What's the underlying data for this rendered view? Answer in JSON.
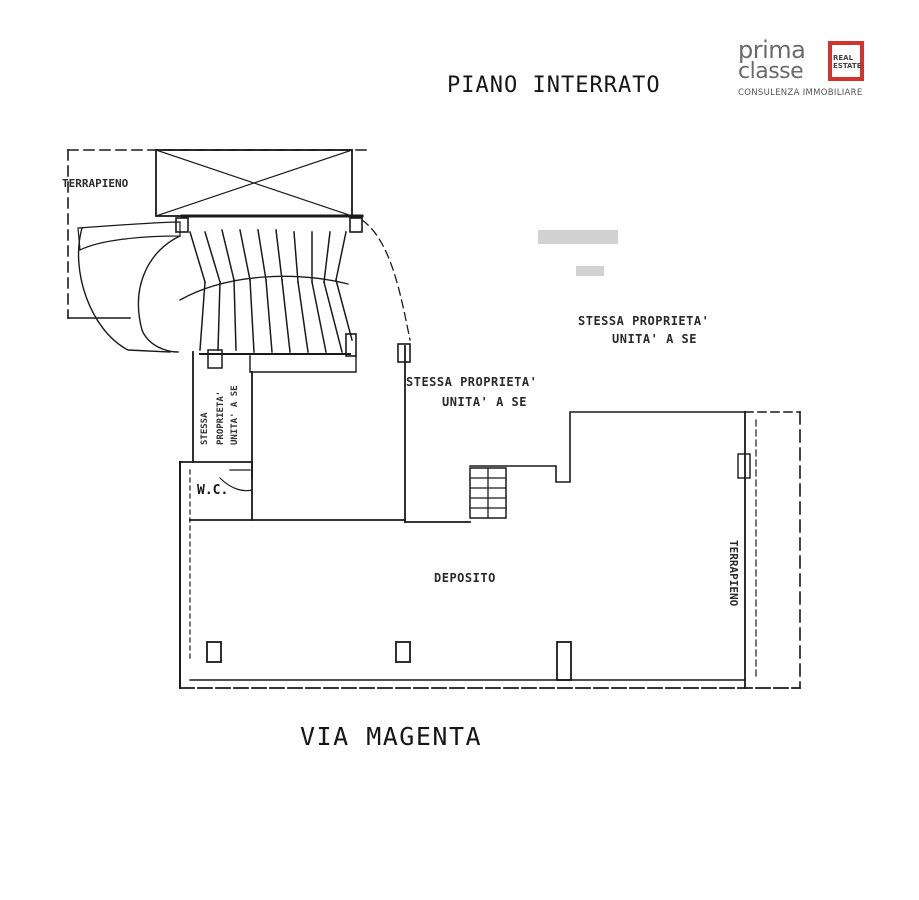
{
  "plan": {
    "title": "PIANO INTERRATO",
    "street": "VIA MAGENTA",
    "labels": {
      "terrapieno_left": "TERRAPIENO",
      "terrapieno_right": "TERRAPIENO",
      "stessa_proprieta_1": "STESSA PROPRIETA'",
      "unita_a_se_1": "UNITA' A SE",
      "stessa_proprieta_2": "STESSA PROPRIETA'",
      "unita_a_se_2": "UNITA' A SE",
      "deposito": "DEPOSITO",
      "wc": "W.C.",
      "vertical_1": "STESSA",
      "vertical_2": "PROPRIETA'",
      "vertical_3": "UNITA' A SE"
    }
  },
  "logo": {
    "line1": "prima",
    "line2": "classe",
    "badge": "REAL ESTATE",
    "subtitle": "CONSULENZA IMMOBILIARE",
    "accent_color": "#d0342c"
  }
}
